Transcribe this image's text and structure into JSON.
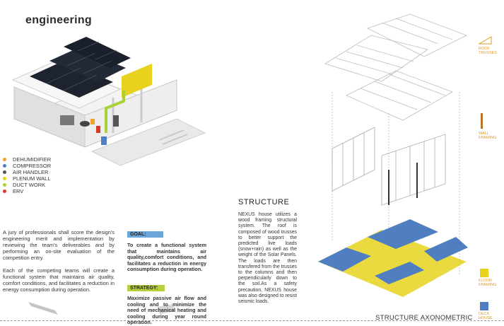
{
  "heading": "engineering",
  "legend": [
    {
      "label": "DEHUMIDIFIER",
      "color": "#f0a030"
    },
    {
      "label": "COMPRESSOR",
      "color": "#4f7fc0"
    },
    {
      "label": "AIR HANDLER",
      "color": "#555555"
    },
    {
      "label": "PLENUM WALL",
      "color": "#e8d21e"
    },
    {
      "label": "DUCT WORK",
      "color": "#a9d23a"
    },
    {
      "label": "ERV",
      "color": "#d83a2a"
    }
  ],
  "intro": {
    "p1": "A jury of professionals shall score the design's engineering merit and implementation by reviewing the team's deliverables and by performing an on-site evaluation of the competition entry.",
    "p2": "Each of the competing teams will create a functional system that maintains air quality, comfort conditions, and facilitates a reduction in energy consumption during operation."
  },
  "goal": {
    "label": "GOAL:",
    "text": "To create a functional system that maintains air quality,comfort conditions, and facilitates a reduction in energy consumption during operation."
  },
  "strategy": {
    "label": "STRATEGY:",
    "text": "Maximize passive air flow and cooling and to minimize the need of mechanical heating and cooling during year round operation."
  },
  "structure": {
    "title": "STRUCTURE",
    "text": "NEXUS house utilizes a wood framing structural system. The roof is composed of wood trusses to better support the predicted live loads (snow+rain) as well as the weight of the Solar Panels. The loads are then transfered from the trusses to the columns and then perpendicularly down to the soil.As a safety precaution, NEXUS house was also designed to resist seismic loads."
  },
  "axo_title": "STRUCTURE AXONOMETRIC",
  "side_labels": {
    "roof": [
      "ROOF",
      "TRUSSES"
    ],
    "wall": [
      "WALL",
      "FRAMING"
    ],
    "floor": [
      "FLOOR",
      "FRAMING"
    ],
    "deck": [
      "DECK",
      "HOUSE"
    ]
  },
  "colors": {
    "accent_blue": "#4f7fc0",
    "accent_yellow": "#e8d21e",
    "accent_orange": "#e09a20",
    "goal_box": "#6aa6d8",
    "strategy_box": "#b7cf3a"
  }
}
